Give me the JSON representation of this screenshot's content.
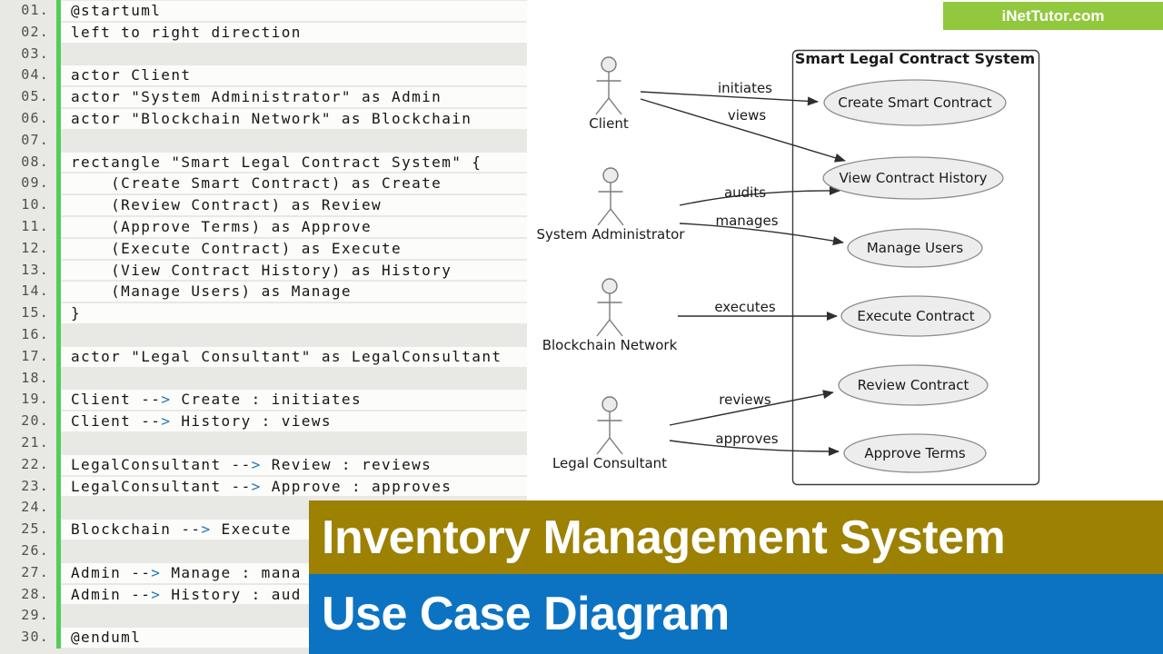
{
  "editor": {
    "lines": [
      {
        "num": "01.",
        "code": "@startuml"
      },
      {
        "num": "02.",
        "code": "left to right direction"
      },
      {
        "num": "03.",
        "code": ""
      },
      {
        "num": "04.",
        "code": "actor Client"
      },
      {
        "num": "05.",
        "code": "actor \"System Administrator\" as Admin"
      },
      {
        "num": "06.",
        "code": "actor \"Blockchain Network\" as Blockchain"
      },
      {
        "num": "07.",
        "code": ""
      },
      {
        "num": "08.",
        "code": "rectangle \"Smart Legal Contract System\" {"
      },
      {
        "num": "09.",
        "code": "    (Create Smart Contract) as Create"
      },
      {
        "num": "10.",
        "code": "    (Review Contract) as Review"
      },
      {
        "num": "11.",
        "code": "    (Approve Terms) as Approve"
      },
      {
        "num": "12.",
        "code": "    (Execute Contract) as Execute"
      },
      {
        "num": "13.",
        "code": "    (View Contract History) as History"
      },
      {
        "num": "14.",
        "code": "    (Manage Users) as Manage"
      },
      {
        "num": "15.",
        "code": "}"
      },
      {
        "num": "16.",
        "code": ""
      },
      {
        "num": "17.",
        "code": "actor \"Legal Consultant\" as LegalConsultant"
      },
      {
        "num": "18.",
        "code": ""
      },
      {
        "num": "19.",
        "code": "Client --> Create : initiates"
      },
      {
        "num": "20.",
        "code": "Client --> History : views"
      },
      {
        "num": "21.",
        "code": ""
      },
      {
        "num": "22.",
        "code": "LegalConsultant --> Review : reviews"
      },
      {
        "num": "23.",
        "code": "LegalConsultant --> Approve : approves"
      },
      {
        "num": "24.",
        "code": ""
      },
      {
        "num": "25.",
        "code": "Blockchain --> Execute "
      },
      {
        "num": "26.",
        "code": ""
      },
      {
        "num": "27.",
        "code": "Admin --> Manage : mana"
      },
      {
        "num": "28.",
        "code": "Admin --> History : aud"
      },
      {
        "num": "29.",
        "code": ""
      },
      {
        "num": "30.",
        "code": "@enduml"
      }
    ]
  },
  "diagram": {
    "system": {
      "title": "Smart Legal Contract System"
    },
    "actors": [
      {
        "name": "Client"
      },
      {
        "name": "System Administrator"
      },
      {
        "name": "Blockchain Network"
      },
      {
        "name": "Legal Consultant"
      }
    ],
    "use_cases": [
      {
        "label": "Create Smart Contract"
      },
      {
        "label": "View Contract History"
      },
      {
        "label": "Manage Users"
      },
      {
        "label": "Execute Contract"
      },
      {
        "label": "Review Contract"
      },
      {
        "label": "Approve Terms"
      }
    ],
    "edges": [
      {
        "from": "Client",
        "to": "Create Smart Contract",
        "label": "initiates"
      },
      {
        "from": "Client",
        "to": "View Contract History",
        "label": "views"
      },
      {
        "from": "System Administrator",
        "to": "View Contract History",
        "label": "audits"
      },
      {
        "from": "System Administrator",
        "to": "Manage Users",
        "label": "manages"
      },
      {
        "from": "Blockchain Network",
        "to": "Execute Contract",
        "label": "executes"
      },
      {
        "from": "Legal Consultant",
        "to": "Review Contract",
        "label": "reviews"
      },
      {
        "from": "Legal Consultant",
        "to": "Approve Terms",
        "label": "approves"
      }
    ]
  },
  "branding": {
    "site": "iNetTutor.com"
  },
  "banner": {
    "title": "Inventory Management System",
    "subtitle": "Use Case Diagram"
  },
  "colors": {
    "banner_gold": "#9c8103",
    "banner_blue": "#0c73c2",
    "branding_green": "#92c83e",
    "gutter_bar_green": "#55cd55",
    "code_arrow_blue": "#1a78bd",
    "ellipse_fill": "#ededed"
  }
}
